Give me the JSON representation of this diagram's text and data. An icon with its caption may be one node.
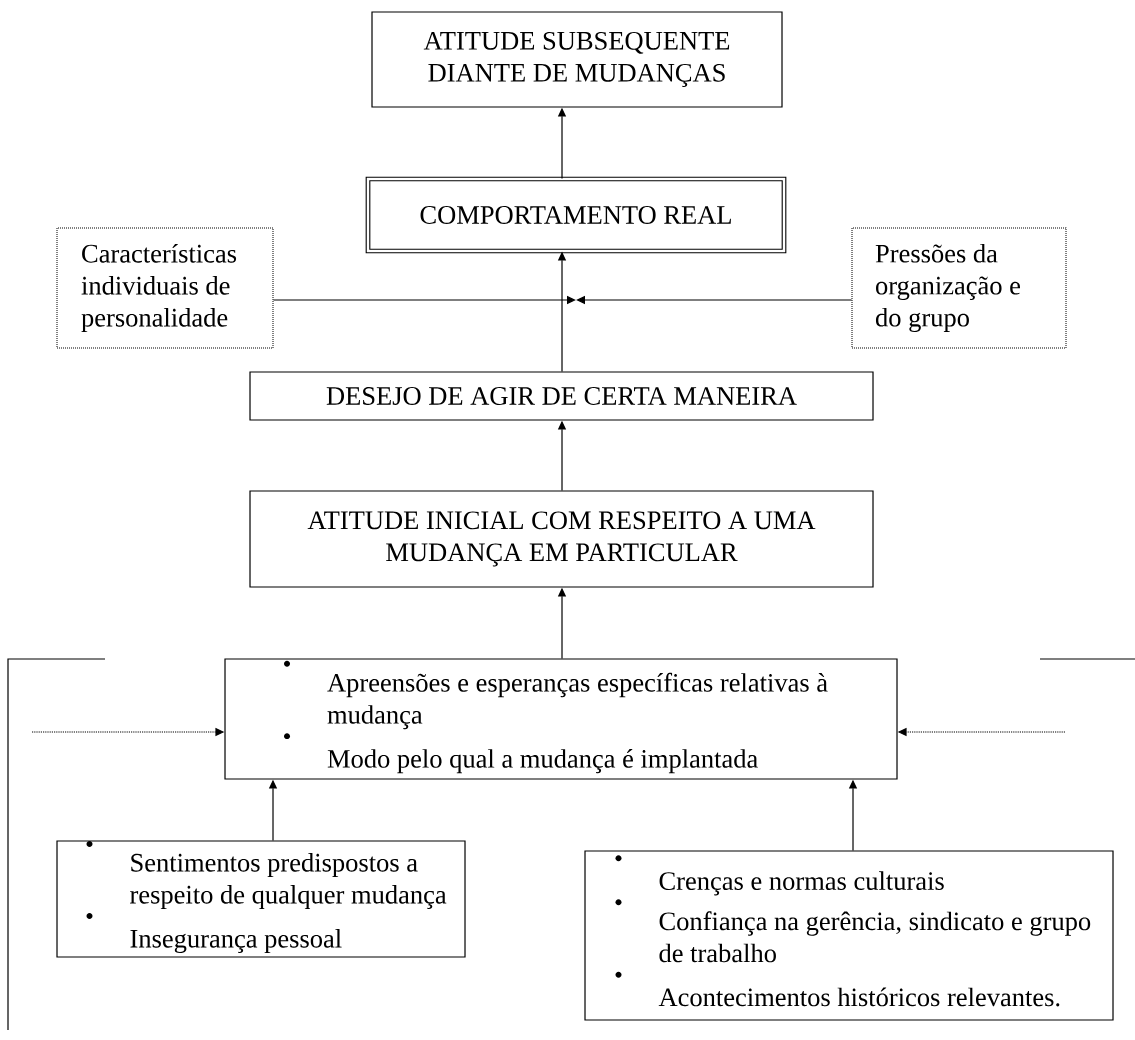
{
  "diagram": {
    "nodes": [
      {
        "text": [
          "ATITUDE SUBSEQUENTE DIANTE DE MUDANÇAS"
        ]
      },
      {
        "text": [
          "COMPORTAMENTO REAL"
        ]
      },
      {
        "text": [
          "Características individuais de personalidade"
        ]
      },
      {
        "text": [
          "Pressões da organização e do grupo"
        ]
      },
      {
        "text": [
          "DESEJO DE AGIR DE CERTA MANEIRA"
        ]
      },
      {
        "text": [
          "ATITUDE INICIAL COM RESPEITO A UMA MUDANÇA EM PARTICULAR"
        ]
      },
      {
        "text": [
          "Apreensões e esperanças específicas relativas à mudança",
          "Modo pelo qual a mudança é implantada"
        ]
      },
      {
        "text": [
          "Sentimentos predispostos a respeito de qualquer mudança",
          "Insegurança pessoal"
        ]
      },
      {
        "text": [
          "Crenças e normas culturais",
          "Confiança na gerência, sindicato e grupo de trabalho",
          "Acontecimentos históricos relevantes."
        ]
      }
    ],
    "edges": [
      {
        "from": 1,
        "to": 0,
        "arrow": "to"
      },
      {
        "from": 4,
        "to": 1,
        "arrow": "to"
      },
      {
        "from": 2,
        "to": 1,
        "arrow": "to"
      },
      {
        "from": 3,
        "to": 1,
        "arrow": "to"
      },
      {
        "from": 5,
        "to": 4,
        "arrow": "to"
      },
      {
        "from": 6,
        "to": 5,
        "arrow": "to"
      },
      {
        "from": null,
        "to": 6,
        "arrow": "to",
        "style": "dashed"
      },
      {
        "from": null,
        "to": 6,
        "arrow": "to",
        "style": "dashed"
      },
      {
        "from": 7,
        "to": 6,
        "arrow": "to"
      },
      {
        "from": 8,
        "to": 6,
        "arrow": "to"
      }
    ]
  }
}
